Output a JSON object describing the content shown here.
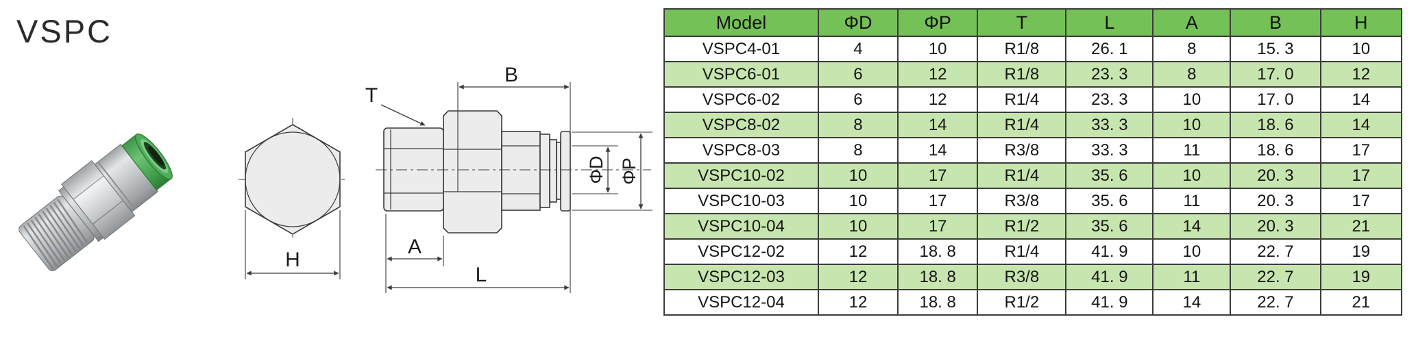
{
  "title": "VSPC",
  "labels": {
    "t": "T",
    "b": "B",
    "a": "A",
    "l": "L",
    "h": "H",
    "phi_d": "ΦD",
    "phi_p": "ΦP"
  },
  "table": {
    "columns": [
      "Model",
      "ΦD",
      "ΦP",
      "T",
      "L",
      "A",
      "B",
      "H"
    ],
    "rows": [
      [
        "VSPC4-01",
        "4",
        "10",
        "R1/8",
        "26. 1",
        "8",
        "15. 3",
        "10"
      ],
      [
        "VSPC6-01",
        "6",
        "12",
        "R1/8",
        "23. 3",
        "8",
        "17. 0",
        "12"
      ],
      [
        "VSPC6-02",
        "6",
        "12",
        "R1/4",
        "23. 3",
        "10",
        "17. 0",
        "14"
      ],
      [
        "VSPC8-02",
        "8",
        "14",
        "R1/4",
        "33. 3",
        "10",
        "18. 6",
        "14"
      ],
      [
        "VSPC8-03",
        "8",
        "14",
        "R3/8",
        "33. 3",
        "11",
        "18. 6",
        "17"
      ],
      [
        "VSPC10-02",
        "10",
        "17",
        "R1/4",
        "35. 6",
        "10",
        "20. 3",
        "17"
      ],
      [
        "VSPC10-03",
        "10",
        "17",
        "R3/8",
        "35. 6",
        "11",
        "20. 3",
        "17"
      ],
      [
        "VSPC10-04",
        "10",
        "17",
        "R1/2",
        "35. 6",
        "14",
        "20. 3",
        "21"
      ],
      [
        "VSPC12-02",
        "12",
        "18. 8",
        "R1/4",
        "41. 9",
        "10",
        "22. 7",
        "19"
      ],
      [
        "VSPC12-03",
        "12",
        "18. 8",
        "R3/8",
        "41. 9",
        "11",
        "22. 7",
        "19"
      ],
      [
        "VSPC12-04",
        "12",
        "18. 8",
        "R1/2",
        "41. 9",
        "14",
        "22. 7",
        "21"
      ]
    ]
  },
  "colors": {
    "header_green": "#74c157",
    "row_green": "#c7e5ae",
    "border": "#3b3b3b",
    "collet_green": "#47a850"
  }
}
